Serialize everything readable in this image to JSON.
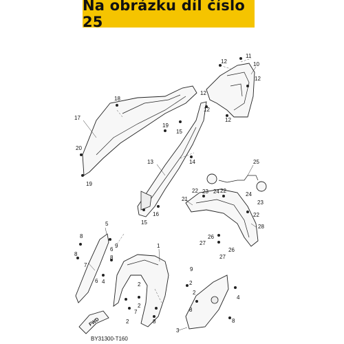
{
  "header": {
    "title": "Na obrázku díl číslo 25"
  },
  "diagram": {
    "drawing_code": "BY31300-T160",
    "fwd_label": "FWD",
    "callouts": [
      "1",
      "2",
      "3",
      "4",
      "5",
      "6",
      "7",
      "8",
      "9",
      "10",
      "11",
      "12",
      "13",
      "14",
      "15",
      "16",
      "17",
      "18",
      "19",
      "20",
      "21",
      "22",
      "23",
      "24",
      "25",
      "26",
      "27",
      "28"
    ]
  },
  "colors": {
    "banner": "#f5c400",
    "line": "#222222"
  }
}
